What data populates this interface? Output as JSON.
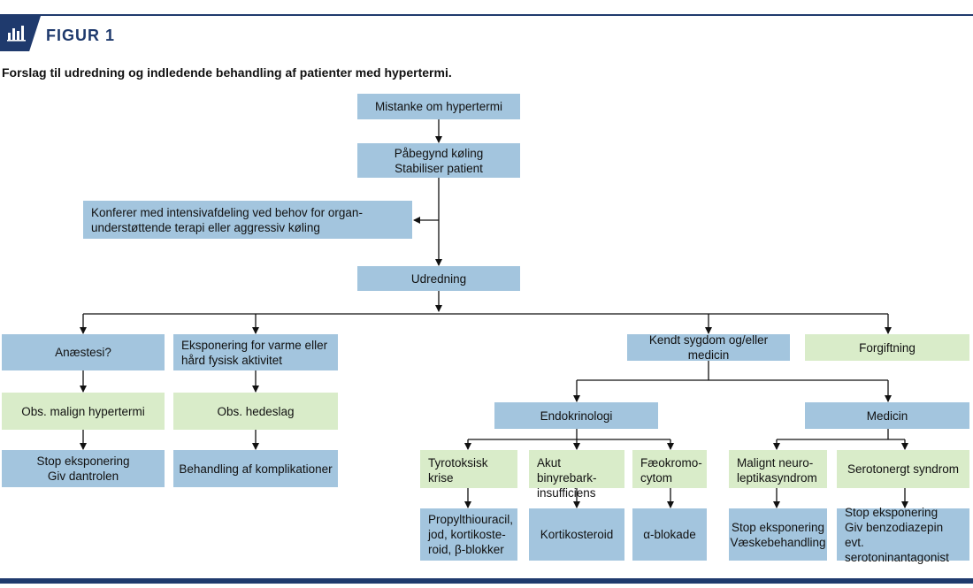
{
  "header": {
    "figure_label": "FIGUR 1",
    "caption": "Forslag til udredning og indledende behandling af patienter med hypertermi."
  },
  "icon": "bar-chart-icon",
  "colors": {
    "navy": "#1f3a6d",
    "blue_box": "#a3c5de",
    "green_box": "#d9ecc9"
  },
  "nodes": {
    "mistanke": "Mistanke om hypertermi",
    "paabegynd": "Påbegynd køling\nStabiliser patient",
    "konferer": "Konferer med intensivafdeling ved behov for organ-\nunderstøttende terapi eller aggressiv køling",
    "udredning": "Udredning",
    "anaestesi": "Anæstesi?",
    "eksponering": "Eksponering for varme eller\nhård fysisk aktivitet",
    "kendt": "Kendt sygdom og/eller medicin",
    "forgiftning": "Forgiftning",
    "obs_malign": "Obs. malign hypertermi",
    "obs_hedeslag": "Obs. hedeslag",
    "stop_dantrolen": "Stop eksponering\nGiv dantrolen",
    "behandling_komplikationer": "Behandling af komplikationer",
    "endokrinologi": "Endokrinologi",
    "medicin": "Medicin",
    "tyrotoksisk": "Tyrotoksisk\nkrise",
    "binyrebark": "Akut binyrebark-\ninsufficiens",
    "faeokromo": "Fæokromo-\ncytom",
    "malignt_neuro": "Malignt neuro-\nleptikasyndrom",
    "serotonergt": "Serotonergt syndrom",
    "propylthiouracil": "Propylthiouracil,\njod, kortikoste-\nroid, β-blokker",
    "kortikosteroid": "Kortikosteroid",
    "alfa_blokade": "α-blokade",
    "stop_vaeske": "Stop eksponering\nVæskebehandling",
    "stop_benzo": "Stop eksponering\nGiv benzodiazepin\nevt. serotoninantagonist"
  }
}
